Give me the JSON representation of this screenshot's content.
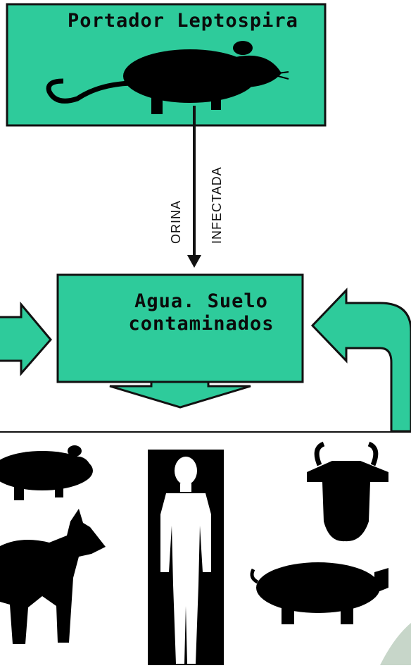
{
  "top_box": {
    "title": "Portador Leptospira"
  },
  "arrow_labels": {
    "left": "ORINA",
    "right": "INFECTADA"
  },
  "middle_box": {
    "line1": "Agua. Suelo",
    "line2": "contaminados"
  },
  "colors": {
    "accent": "#2ecb9b",
    "outline": "#111111",
    "silhouette": "#000000",
    "corner": "#c7d6c9"
  },
  "icons": [
    "rat-icon",
    "mouse-icon",
    "dog-icon",
    "human-icon",
    "cow-icon",
    "pig-icon"
  ]
}
